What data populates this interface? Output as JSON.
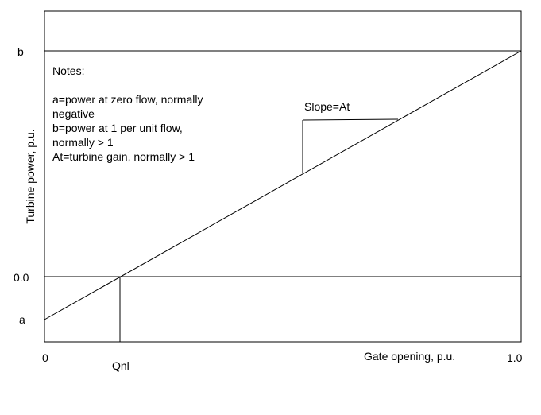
{
  "y_ticks": {
    "b": "b",
    "zero": "0.0",
    "a": "a"
  },
  "x_ticks": {
    "zero": "0",
    "qnl": "Qnl",
    "one": "1.0"
  },
  "y_axis_label": "Turbine power, p.u.",
  "x_axis_label": "Gate opening, p.u.",
  "slope_label": "Slope=At",
  "notes": {
    "title": "Notes:",
    "lines": [
      "a=power at zero flow, normally",
      "negative",
      "b=power at 1 per unit flow,",
      "normally > 1",
      "At=turbine gain, normally > 1"
    ]
  }
}
